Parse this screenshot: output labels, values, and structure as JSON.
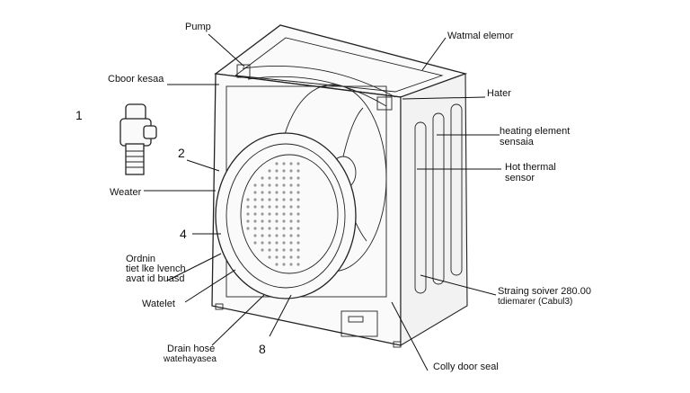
{
  "labels": {
    "pump": "Pump",
    "door_kessa": "Cboor kesaa",
    "weater": "Weater",
    "ordrain_1": "Ordnin",
    "ordrain_2": "tiet lke lvench",
    "ordrain_3": "avat id buasd",
    "watelet": "Watelet",
    "drain_hose": "Drain hose",
    "drain_hose_sub": "watehayasea",
    "watmal_elemor": "Watmal elemor",
    "hater": "Hater",
    "heating_1": "heating element",
    "heating_2": "sensaia",
    "hot_1": "Hot thermal",
    "hot_2": "sensor",
    "straing_1": "Straing soiver 280.00",
    "straing_2": "tdiemarer (Cabul3)",
    "colly": "Colly door seal"
  },
  "numbers": {
    "n1": "1",
    "n2": "2",
    "n4": "4",
    "n8": "8"
  }
}
